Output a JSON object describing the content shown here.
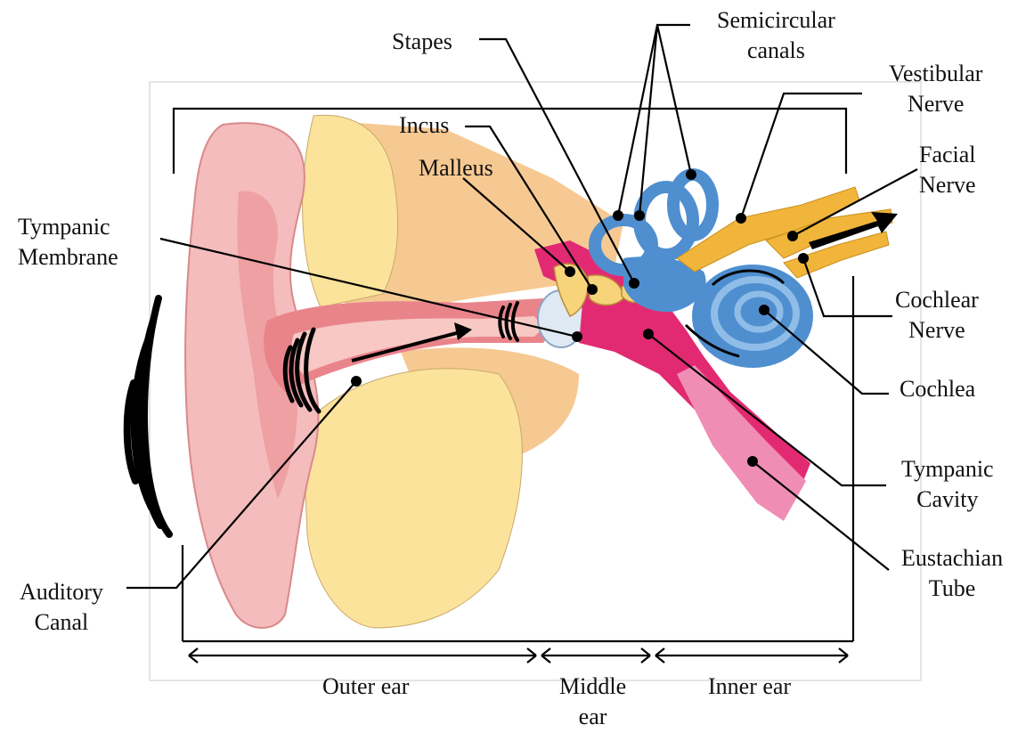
{
  "labels": {
    "stapes": "Stapes",
    "semicircular": [
      "Semicircular",
      "canals"
    ],
    "vestibular": [
      "Vestibular",
      "Nerve"
    ],
    "incus": "Incus",
    "malleus": "Malleus",
    "facial": [
      "Facial",
      "Nerve"
    ],
    "tympanic_membrane": [
      "Tympanic",
      "Membrane"
    ],
    "cochlear_nerve": [
      "Cochlear",
      "Nerve"
    ],
    "cochlea": "Cochlea",
    "tympanic_cavity": [
      "Tympanic",
      "Cavity"
    ],
    "eustachian": [
      "Eustachian",
      "Tube"
    ],
    "auditory_canal": [
      "Auditory",
      "Canal"
    ]
  },
  "regions": {
    "outer": "Outer ear",
    "middle": [
      "Middle",
      "ear"
    ],
    "inner": "Inner ear"
  },
  "colors": {
    "pinna": "#f2b8b8",
    "bone": "#f5cc92",
    "yellow": "#fbe59a",
    "canal": "#e97f86",
    "middle": "#e0246e",
    "blue": "#4f8fd0",
    "nerve": "#f0b53a",
    "frame": "#d8d8d8"
  }
}
